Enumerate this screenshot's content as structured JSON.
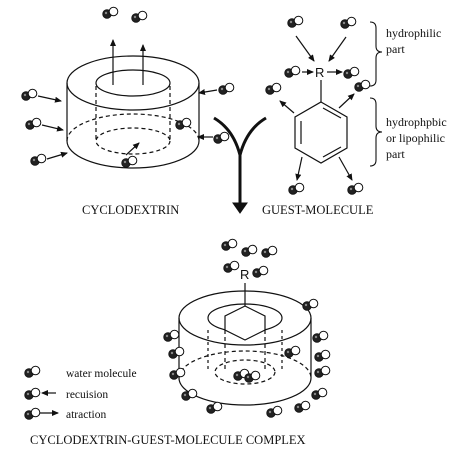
{
  "labels": {
    "cyclodextrin": "CYCLODEXTRIN",
    "guest_molecule": "GUEST-MOLECULE",
    "complex": "CYCLODEXTRIN-GUEST-MOLECULE COMPLEX",
    "r_group": "R",
    "r_group_complex": "R"
  },
  "side_labels": {
    "hydrophilic": [
      "hydrophilic",
      "part"
    ],
    "lipophilic": [
      "hydrophpbic",
      "or lipophilic",
      "part"
    ]
  },
  "legend": {
    "water_molecule": "water molecule",
    "recuision": "recuision",
    "atraction": "atraction"
  }
}
